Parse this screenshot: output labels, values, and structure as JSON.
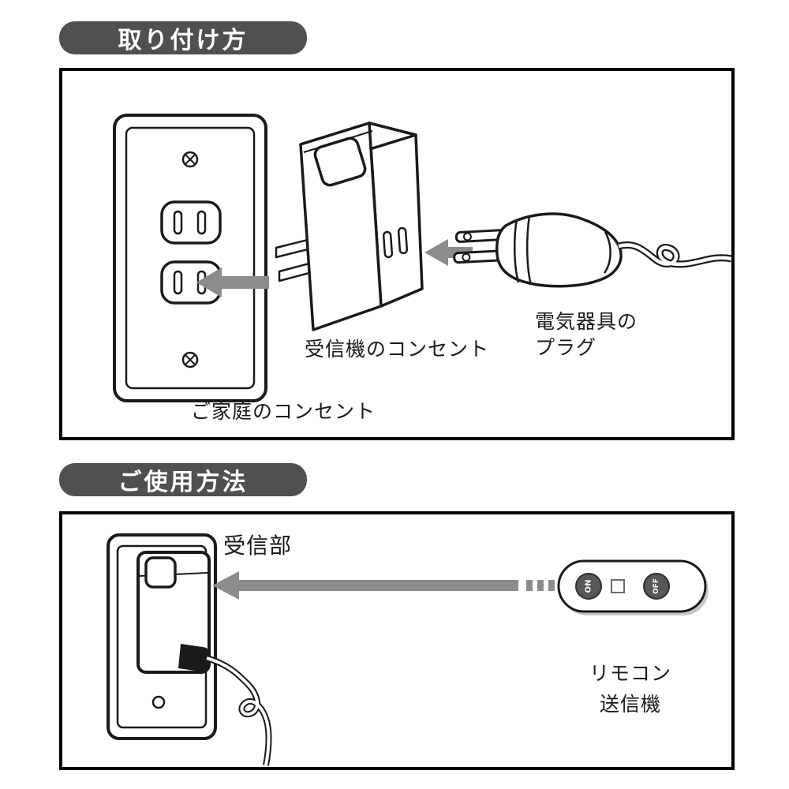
{
  "install_section": {
    "header": "取り付け方",
    "labels": {
      "receiver_outlet": "受信機のコンセント",
      "appliance_plug_line1": "電気器具の",
      "appliance_plug_line2": "プラグ",
      "household_outlet": "ご家庭のコンセント"
    }
  },
  "usage_section": {
    "header": "ご使用方法",
    "labels": {
      "receiver_part": "受信部",
      "remote_line1": "リモコン",
      "remote_line2": "送信機"
    },
    "remote": {
      "on_label": "ON",
      "off_label": "OFF"
    }
  },
  "colors": {
    "header_bg": "#524f4f",
    "header_text": "#ffffff",
    "outline": "#1a1a1a",
    "arrow_gray": "#8c8c8c",
    "remote_button": "#595757"
  }
}
